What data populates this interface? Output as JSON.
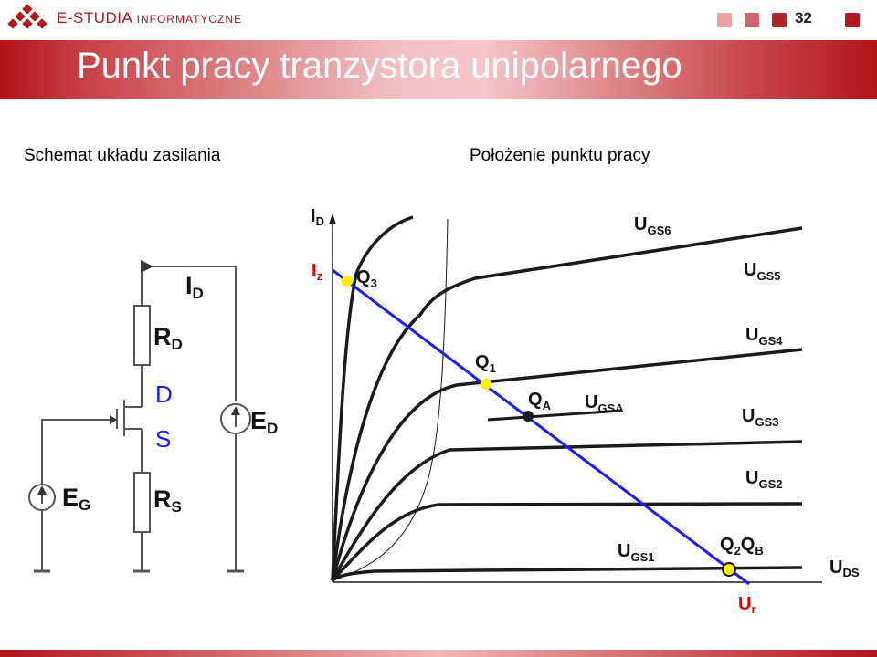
{
  "header": {
    "brand_main": "E-STUDIA",
    "brand_sub": "INFORMATYCZNE",
    "page_number": "32",
    "title": "Punkt pracy tranzystora unipolarnego",
    "squares": [
      "#e8a2a4",
      "#d2686c",
      "#b62328",
      "#b2151b"
    ]
  },
  "left_panel": {
    "caption": "Schemat układu zasilania",
    "labels": {
      "id": {
        "main": "I",
        "sub": "D"
      },
      "rd": {
        "main": "R",
        "sub": "D"
      },
      "d": "D",
      "s": "S",
      "ed": {
        "main": "E",
        "sub": "D"
      },
      "eg": {
        "main": "E",
        "sub": "G"
      },
      "rs": {
        "main": "R",
        "sub": "S"
      }
    }
  },
  "right_panel": {
    "caption": "Położenie punktu pracy",
    "axis_y": {
      "main": "I",
      "sub": "D"
    },
    "axis_x": {
      "main": "U",
      "sub": "DS"
    },
    "iz": {
      "main": "I",
      "sub": "z"
    },
    "ur": {
      "main": "U",
      "sub": "r"
    },
    "curves": {
      "gs6": {
        "main": "U",
        "sub": "GS6"
      },
      "gs5": {
        "main": "U",
        "sub": "GS5"
      },
      "gs4": {
        "main": "U",
        "sub": "GS4"
      },
      "gsa": {
        "main": "U",
        "sub": "GSA"
      },
      "gs3": {
        "main": "U",
        "sub": "GS3"
      },
      "gs2": {
        "main": "U",
        "sub": "GS2"
      },
      "gs1": {
        "main": "U",
        "sub": "GS1"
      }
    },
    "points": {
      "q3": {
        "main": "Q",
        "sub": "3"
      },
      "q1": {
        "main": "Q",
        "sub": "1"
      },
      "qa": {
        "main": "Q",
        "sub": "A"
      },
      "q2": {
        "main": "Q",
        "sub": "2"
      },
      "qb": {
        "main": "Q",
        "sub": "B"
      }
    },
    "colors": {
      "load_line": "#1a1aff",
      "point_fill": "#ffee00",
      "highlight_label": "#e60000",
      "curve": "#1a1a1a"
    }
  }
}
